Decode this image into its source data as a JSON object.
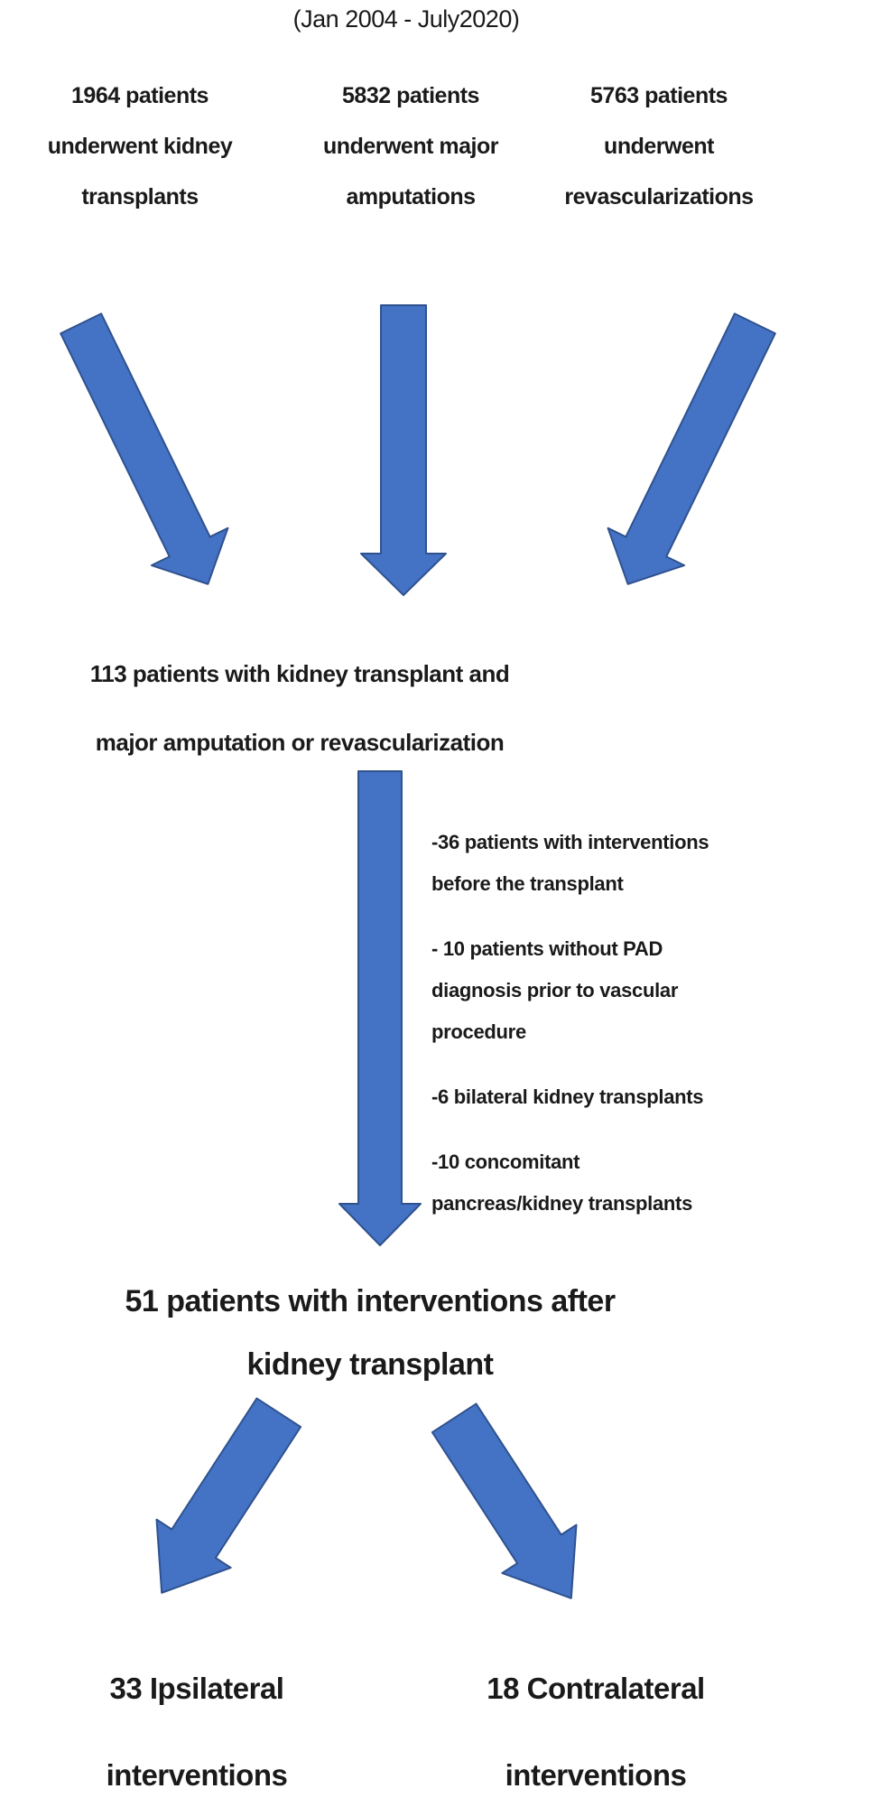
{
  "title": "(Jan 2004 - July2020)",
  "colors": {
    "arrow_fill": "#4472C4",
    "arrow_stroke": "#2F528F",
    "text": "#1a1a1a",
    "background": "#ffffff"
  },
  "top_groups": [
    {
      "lines": [
        "1964 patients",
        "underwent kidney",
        "transplants"
      ]
    },
    {
      "lines": [
        "5832 patients",
        "underwent major",
        "amputations"
      ]
    },
    {
      "lines": [
        "5763 patients",
        "underwent",
        "revascularizations"
      ]
    }
  ],
  "merge_node": {
    "lines": [
      "113 patients with kidney transplant and",
      "major amputation or revascularization"
    ]
  },
  "exclusions": [
    {
      "lines": [
        "-36 patients with interventions",
        "before the transplant"
      ]
    },
    {
      "lines": [
        "- 10 patients without PAD",
        "diagnosis prior to vascular",
        "procedure"
      ]
    },
    {
      "lines": [
        "-6 bilateral kidney transplants"
      ]
    },
    {
      "lines": [
        "-10 concomitant",
        "pancreas/kidney transplants"
      ]
    }
  ],
  "result_node": {
    "lines": [
      "51 patients with interventions after",
      "kidney transplant"
    ]
  },
  "outcomes": [
    {
      "lines": [
        "33 Ipsilateral",
        "interventions"
      ]
    },
    {
      "lines": [
        "18 Contralateral",
        "interventions"
      ]
    }
  ]
}
